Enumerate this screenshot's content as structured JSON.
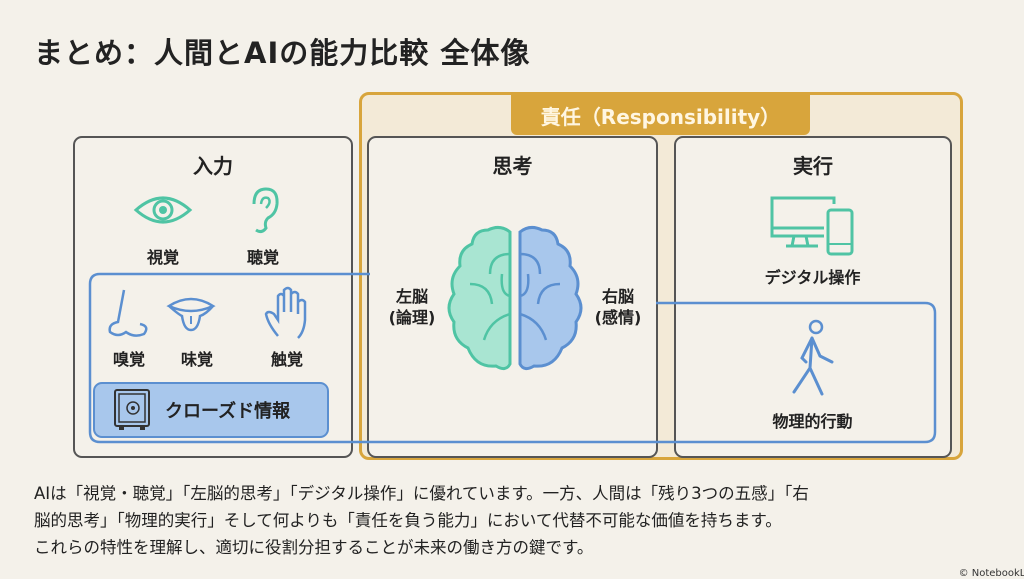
{
  "title": "まとめ：人間とAIの能力比較 全体像",
  "responsibility_label": "責任（Responsibility）",
  "input": {
    "heading": "入力",
    "items": [
      "視覚",
      "聴覚",
      "嗅覚",
      "味覚",
      "触覚"
    ],
    "closed": "クローズド情報"
  },
  "thinking": {
    "heading": "思考",
    "left": [
      "左脳",
      "(論理)"
    ],
    "right": [
      "右脳",
      "(感情)"
    ]
  },
  "execution": {
    "heading": "実行",
    "digital": "デジタル操作",
    "physical": "物理的行動"
  },
  "summary": [
    "AIは「視覚・聴覚」「左脳的思考」「デジタル操作」に優れています。一方、人間は「残り3つの五感」「右",
    "脳的思考」「物理的実行」そして何よりも「責任を負う能力」において代替不可能な価値を持ちます。",
    "これらの特性を理解し、適切に役割分担することが未来の働き方の鍵です。"
  ],
  "footer": "© NotebookLM",
  "colors": {
    "teal": "#4fc4a4",
    "blue": "#5b8fd0",
    "gold": "#d8a53c"
  }
}
